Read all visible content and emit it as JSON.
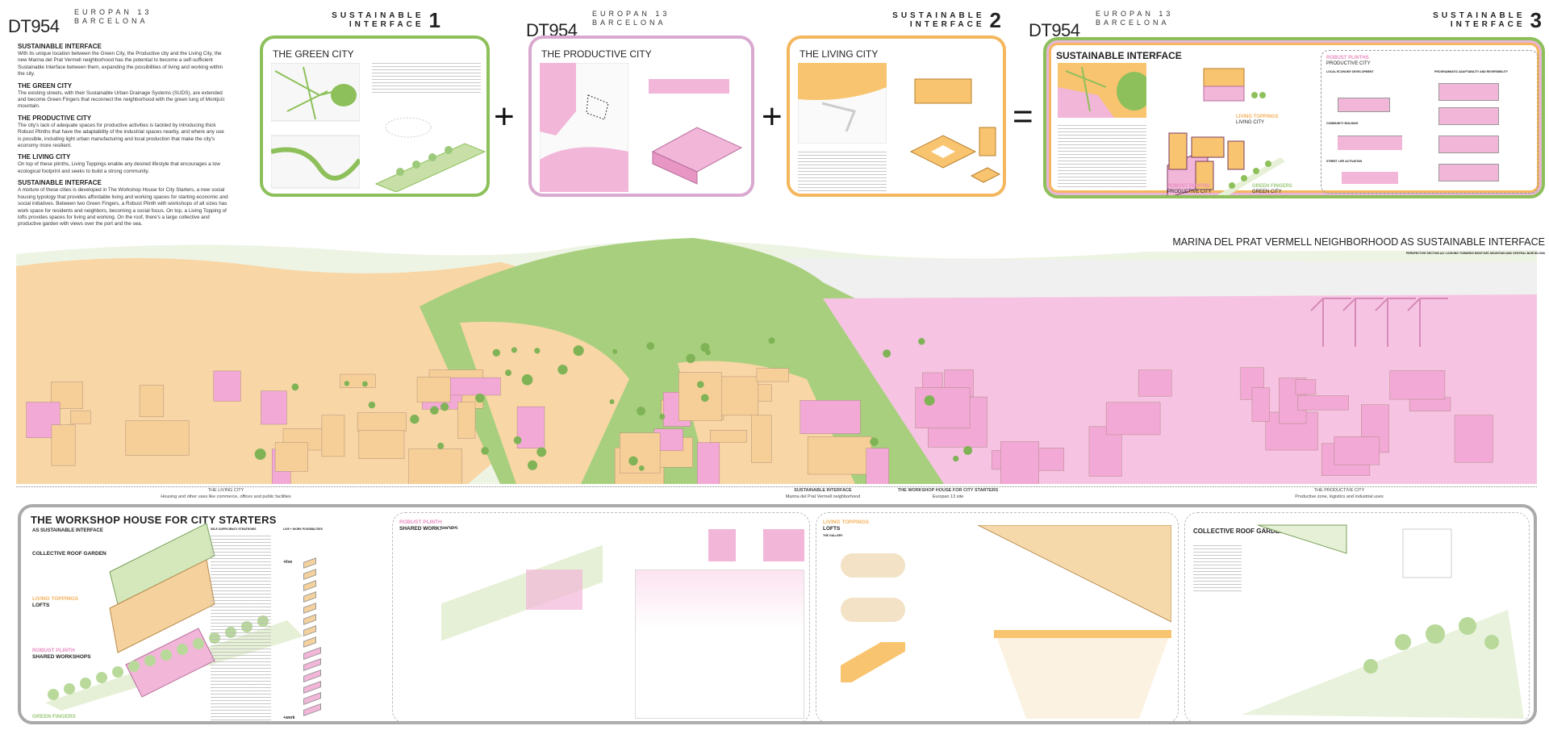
{
  "header": {
    "competition": "EUROPAN 13",
    "city": "BARCELONA",
    "code": "DT954",
    "series_title_1": "SUSTAINABLE",
    "series_title_2": "INTERFACE",
    "sheets": [
      "1",
      "2",
      "3"
    ]
  },
  "intro": {
    "title": "SUSTAINABLE INTERFACE",
    "p1": "With its unique location between the Green City, the Productive city and the Living City, the new Marina del Prat Vermell neighborhood has the potential to become a self-sufficient Sustainable Interface between them, expanding the possibilities of living and working within the city.",
    "h_green": "THE GREEN CITY",
    "p_green": "The existing streets, with their Sustainable Urban Drainage Systems (SUDS), are extended and become Green Fingers that reconnect the neighborhood with the green lung of Montjuïc mountain.",
    "h_prod": "THE PRODUCTIVE CITY",
    "p_prod": "The city's lack of adequate spaces for productive activities is tackled by introducing thick Robust Plinths that have the adaptability of the industrial spaces nearby, and where any use is possible, including light urban manufacturing and local production that make the city's economy more resilient.",
    "h_living": "THE LIVING CITY",
    "p_living": "On top of these plinths, Living Toppings enable any desired lifestyle that encourages a low ecological footprint and seeks to build a strong community.",
    "h_si": "SUSTAINABLE INTERFACE",
    "p_si": "A mixture of these cities is developed in The Workshop House for City Starters, a new social housing typology that provides affordable living and working spaces for starting economic and social initiatives. Between two Green Fingers, a Robust Plinth with workshops of all sizes has work space for residents and neighbors, becoming a social focus. On top, a Living Topping of lofts provides spaces for living and working. On the roof, there's a large collective and productive garden with views over the port and the sea."
  },
  "panels": [
    {
      "title": "THE GREEN CITY",
      "color": "#8dc05a"
    },
    {
      "title": "THE PRODUCTIVE CITY",
      "color": "#d9a9d0"
    },
    {
      "title": "THE LIVING CITY",
      "color": "#f4b75e"
    },
    {
      "title": "SUSTAINABLE INTERFACE",
      "color": "#8dc05a"
    }
  ],
  "operators": {
    "plus": "+",
    "equals": "="
  },
  "si_panel": {
    "living_toppings": "LIVING TOPPINGS",
    "living_city": "LIVING CITY",
    "robust_plinths": "ROBUST PLINTHS",
    "productive_city": "PRODUCTIVE CITY",
    "green_fingers": "GREEN FINGERS",
    "green_city": "GREEN CITY",
    "detail_title": "ROBUST PLINTHS",
    "detail_sub": "PRODUCTIVE CITY",
    "d1": "LOCAL ECONOMY DEVELOPMENT",
    "d2": "PROGRAMMATIC ADAPTABILITY AND REVERSIBILITY",
    "d3": "COMMUNITY BUILDING",
    "d4": "STREET LIFE ACTIVATION"
  },
  "panorama": {
    "title": "MARINA DEL PRAT VERMELL NEIGHBORHOOD AS SUSTAINABLE INTERFACE",
    "subtitle": "PERSPECTIVE SECTION AA' LOOKING TOWARDS MONTJUÏC MOUNTAIN AND CENTRAL BARCELONA"
  },
  "section_labels": [
    {
      "title": "THE LIVING CITY",
      "sub": "Housing and other uses like commerce, offices and public facilities"
    },
    {
      "title": "SUSTAINABLE INTERFACE",
      "sub": "Marina del Prat Vermell neighborhood"
    },
    {
      "title": "THE WORKSHOP HOUSE FOR CITY STARTERS",
      "sub": "Europan 13 site"
    },
    {
      "title": "THE PRODUCTIVE CITY",
      "sub": "Productive zone, logistics and industrial uses"
    }
  ],
  "workshop": {
    "title": "THE WORKSHOP HOUSE FOR CITY STARTERS",
    "subtitle": "AS SUSTAINABLE INTERFACE",
    "layers": [
      {
        "a": "",
        "b": "COLLECTIVE ROOF GARDEN"
      },
      {
        "a": "LIVING TOPPINGS",
        "b": "LOFTS"
      },
      {
        "a": "ROBUST PLINTH",
        "b": "SHARED WORKSHOPS"
      },
      {
        "a": "GREEN FINGERS",
        "b": ""
      }
    ],
    "strategies_title": "SELF-SUFFICIENCY STRATEGIES",
    "live_work_title": "LIVE + WORK POSSIBILITIES",
    "live": "+live",
    "work": "+work"
  },
  "sections": [
    {
      "a": "ROBUST PLINTH",
      "b": "SHARED WORKSHOPS"
    },
    {
      "a": "LIVING TOPPINGS",
      "b": "LOFTS",
      "c": "THE GALLERY"
    },
    {
      "a": "",
      "b": "COLLECTIVE ROOF GARDEN"
    }
  ],
  "colors": {
    "green": "#8dc05a",
    "pink": "#f2a9d5",
    "tan": "#f8d3a0",
    "orange": "#f4b75e",
    "grey": "#aaaaaa"
  }
}
